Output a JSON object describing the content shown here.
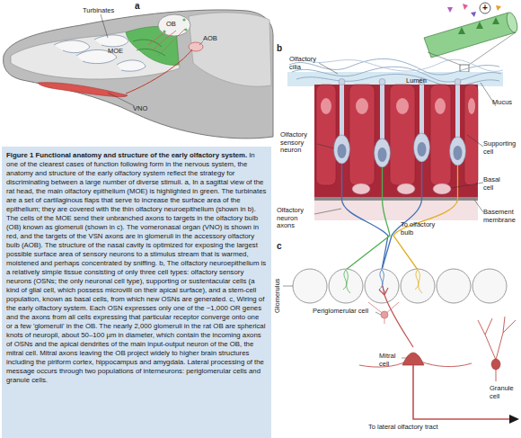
{
  "diagram": {
    "title": "Figure 1 Functional anatomy and structure of the early olfactory system.",
    "caption": "In one of the clearest cases of function following form in the nervous system, the anatomy and structure of the early olfactory system reflect the strategy for discriminating between a large number of diverse stimuli. a, In a sagittal view of the rat head, the main olfactory epithelium (MOE) is highlighted in green. The turbinates are a set of cartilaginous flaps that serve to increase the surface area of the epithelium; they are covered with the thin olfactory neuroepithelium (shown in b). The cells of the MOE send their unbranched axons to targets in the olfactory bulb (OB) known as glomeruli (shown in c). The vomeronasal organ (VNO) is shown in red, and the targets of the VSN axons are in glomeruli in the accessory olfactory bulb (AOB). The structure of the nasal cavity is optimized for exposing the largest possible surface area of sensory neurons to a stimulus stream that is warmed, moistened and perhaps concentrated by sniffing. b, The olfactory neuroepithelium is a relatively simple tissue consisting of only three cell types: olfactory sensory neurons (OSNs; the only neuronal cell type), supporting or sustentacular cells (a kind of glial cell, which possess microvilli on their apical surface), and a stem-cell population, known as basal cells, from which new OSNs are generated. c, Wiring of the early olfactory system. Each OSN expresses only one of the ~1,000 OR genes and the axons from all cells expressing that particular receptor converge onto one or a few 'glomeruli' in the OB. The nearly 2,000 glomeruli in the rat OB are spherical knots of neuropil, about 50–100 µm in diameter, which contain the incoming axons of OSNs and the apical dendrites of the main input-output neuron of the OB, the mitral cell. Mitral axons leaving the OB project widely to higher brain structures including the piriform cortex, hippocampus and amygdala. Lateral processing of the message occurs through two populations of interneurons: periglomerular cells and granule cells.",
    "labels": [
      "a",
      "Turbinates",
      "OB",
      "AOB",
      "MOE",
      "VNO",
      "b",
      "+",
      "Olfactory cilia",
      "Lumen",
      "Mucus",
      "Supporting cell",
      "Olfactory sensory neuron",
      "Basal cell",
      "Olfactory neuron axons",
      "To olfactory bulb",
      "Basement membrane",
      "c",
      "Glomerulus",
      "Periglomerular cell",
      "Mitral cell",
      "Granule cell",
      "To lateral olfactory tract"
    ]
  }
}
